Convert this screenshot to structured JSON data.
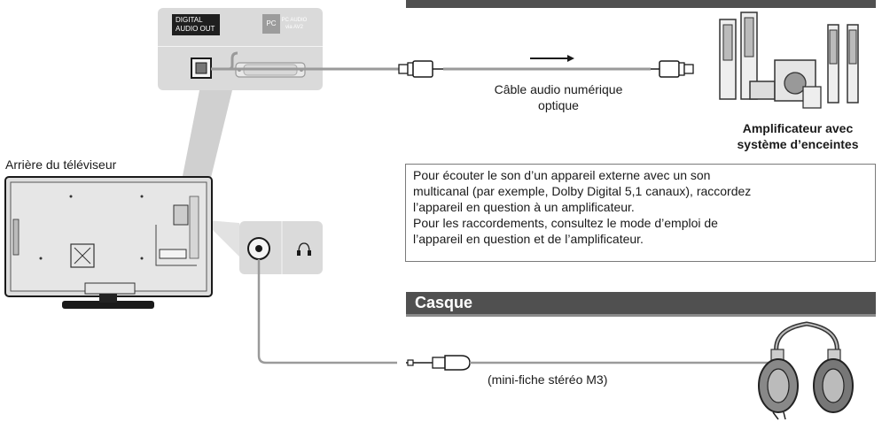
{
  "panel": {
    "digital_audio_out_label": "DIGITAL AUDIO OUT",
    "pc_label": "PC",
    "pc_audio_label": "PC AUDIO via AV2"
  },
  "tv": {
    "label": "Arrière du téléviseur"
  },
  "optical": {
    "cable_label_line1": "Câble audio numérique",
    "cable_label_line2": "optique"
  },
  "amplifier": {
    "label_line1": "Amplificateur avec",
    "label_line2": "système d’enceintes"
  },
  "info": {
    "lines": [
      "Pour écouter le son d’un appareil externe avec un son",
      "multicanal (par exemple, Dolby Digital 5,1 canaux), raccordez",
      "l’appareil en question à un amplificateur.",
      "Pour les raccordements, consultez le mode d’emploi de",
      "l’appareil en question et de l’amplificateur."
    ]
  },
  "headphones": {
    "section_title": "Casque",
    "plug_label": "(mini-fiche stéréo M3)"
  },
  "colors": {
    "header_bar": "#505050",
    "panel_gray": "#dadada",
    "label_black": "#1f1f1f"
  },
  "icons": [
    "optical-port-icon",
    "pc-port-icon",
    "headphone-symbol-icon",
    "optical-plug-icon",
    "mini-jack-plug-icon",
    "speaker-system-icon",
    "headphones-icon",
    "direction-arrow-icon",
    "tv-back-icon"
  ]
}
